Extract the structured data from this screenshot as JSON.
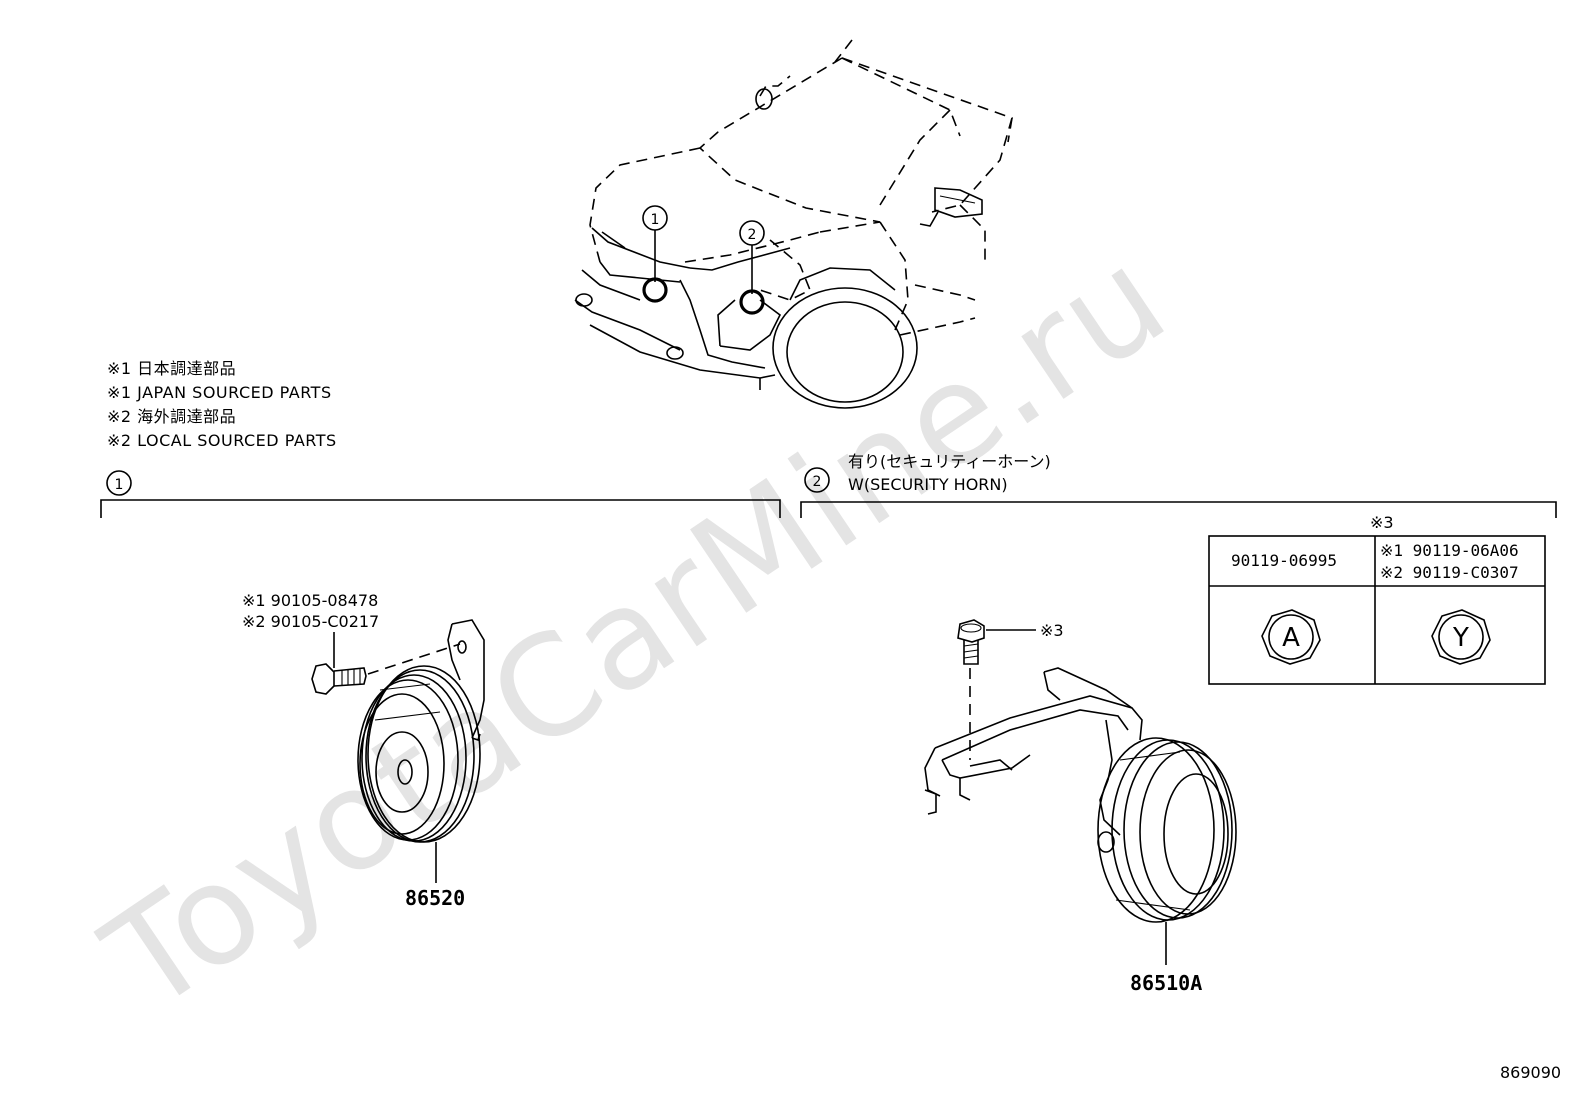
{
  "watermark": "ToyotaCarMine.ru",
  "location_markers": [
    "1",
    "2"
  ],
  "notes": [
    "※1 日本調達部品",
    "※1 JAPAN SOURCED PARTS",
    "※2 海外調達部品",
    "※2 LOCAL SOURCED PARTS"
  ],
  "section1": {
    "marker": "1",
    "bolt_note1": "※1 90105-08478",
    "bolt_note2": "※2 90105-C0217",
    "part": "86520"
  },
  "section2": {
    "marker": "2",
    "title_jp": "有り(セキュリティーホーン)",
    "title_en": "W(SECURITY HORN)",
    "bolt_ref": "※3",
    "part": "86510A",
    "table": {
      "ref": "※3",
      "col1": "90119-06995",
      "col2_line1": "※1 90119-06A06",
      "col2_line2": "※2 90119-C0307",
      "mark1": "A",
      "mark2": "Y"
    }
  },
  "figure_id": "869090"
}
